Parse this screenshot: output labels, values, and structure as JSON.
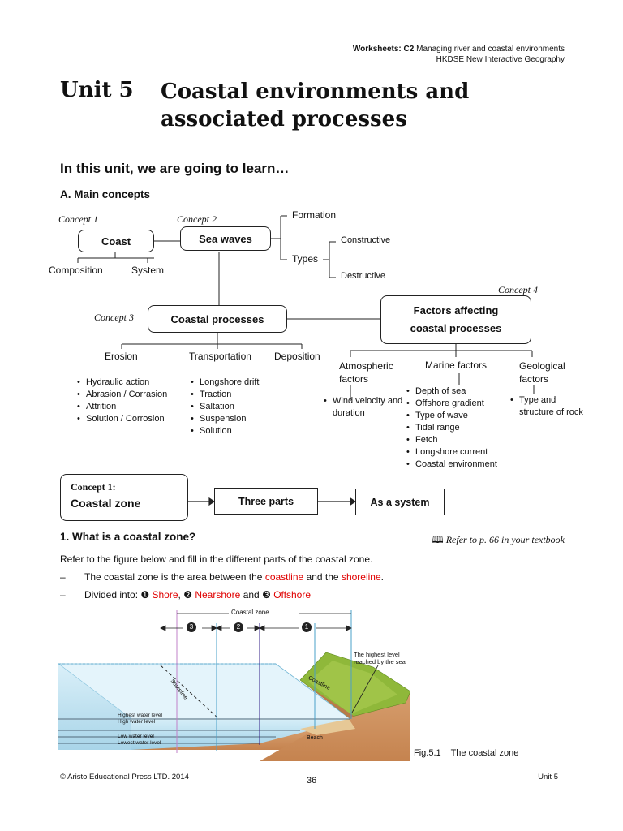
{
  "header": {
    "label": "Worksheets:",
    "code": "C2",
    "title": "Managing river and coastal environments",
    "subtitle": "HKDSE New Interactive Geography"
  },
  "unit": {
    "number": "Unit 5",
    "title_line1": "Coastal environments and",
    "title_line2": "associated processes"
  },
  "intro": "In this unit, we are going to learn…",
  "section_a": "A.   Main concepts",
  "concept_map": {
    "concept1_label": "Concept 1",
    "concept2_label": "Concept 2",
    "concept3_label": "Concept 3",
    "concept4_label": "Concept 4",
    "coast": "Coast",
    "composition": "Composition",
    "system": "System",
    "sea_waves": "Sea waves",
    "formation": "Formation",
    "types": "Types",
    "constructive": "Constructive",
    "destructive": "Destructive",
    "coastal_processes": "Coastal processes",
    "factors_line1": "Factors affecting",
    "factors_line2": "coastal processes",
    "erosion": "Erosion",
    "transportation": "Transportation",
    "deposition": "Deposition",
    "erosion_items": [
      "Hydraulic action",
      "Abrasion / Corrasion",
      "Attrition",
      "Solution / Corrosion"
    ],
    "transport_items": [
      "Longshore drift",
      "Traction",
      "Saltation",
      "Suspension",
      "Solution"
    ],
    "atmospheric": "Atmospheric factors",
    "atmospheric_items": [
      "Wind velocity and duration"
    ],
    "marine": "Marine factors",
    "marine_items": [
      "Depth of sea",
      "Offshore gradient",
      "Type of wave",
      "Tidal range",
      "Fetch",
      "Longshore current",
      "Coastal environment"
    ],
    "geological": "Geological factors",
    "geological_items": [
      "Type and structure of rock"
    ]
  },
  "concept1_flow": {
    "label": "Concept 1:",
    "title": "Coastal zone",
    "box2": "Three parts",
    "box3": "As a system"
  },
  "question1": {
    "heading": "1.    What is a coastal zone?",
    "ref": "Refer to p. 66 in your textbook",
    "instruction": "Refer to the figure below and fill in the different parts of the coastal zone.",
    "bullet1_pre": "The coastal zone is the area between the",
    "bullet1_a1": "coastline",
    "bullet1_mid": "and the",
    "bullet1_a2": "shoreline",
    "bullet1_end": ".",
    "bullet2_pre": "Divided into:",
    "n1": "❶",
    "a1": "Shore",
    "n2": "❷",
    "a2": "Nearshore",
    "and": "and",
    "n3": "❸",
    "a3": "Offshore",
    "sep": ","
  },
  "figure": {
    "coastal_zone": "Coastal zone",
    "marker1": "1",
    "marker2": "2",
    "marker3": "3",
    "highest_level": "The highest level reached by the sea",
    "shoreline": "Shoreline",
    "coastline": "Coastline",
    "highest_water": "Highest water level",
    "high_water": "High water level",
    "low_water": "Low water level",
    "lowest_water": "Lowest water level",
    "beach": "Beach",
    "caption_no": "Fig.5.1",
    "caption": "The coastal zone"
  },
  "footer": {
    "copyright": "© Aristo Educational Press LTD. 2014",
    "page": "36",
    "unit": "Unit 5"
  },
  "colors": {
    "answer": "#e00000",
    "sea": "#bfe3f2",
    "land": "#d49a6a",
    "grass": "#8fb83a"
  }
}
